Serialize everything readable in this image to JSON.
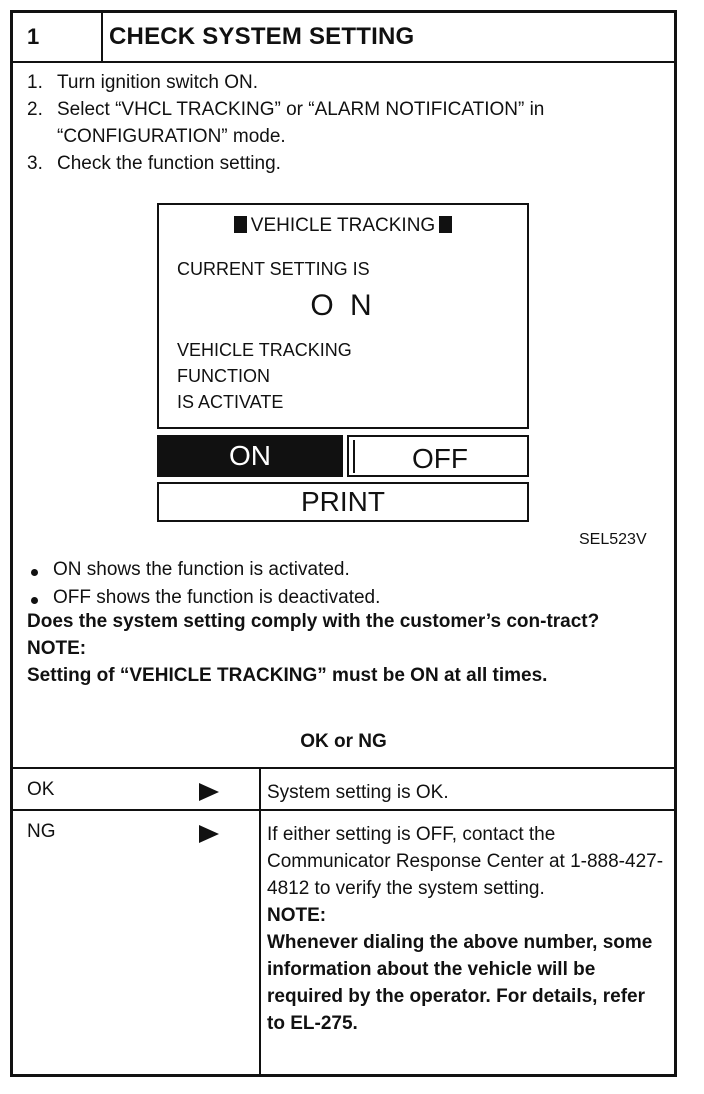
{
  "header": {
    "step_number": "1",
    "title": "CHECK SYSTEM SETTING"
  },
  "steps": [
    {
      "num": "1.",
      "text": "Turn ignition switch ON."
    },
    {
      "num": "2.",
      "text": "Select “VHCL TRACKING” or “ALARM NOTIFICATION” in “CONFIGURATION” mode."
    },
    {
      "num": "3.",
      "text": "Check the function setting."
    }
  ],
  "screen": {
    "title": "VEHICLE TRACKING",
    "label": "CURRENT SETTING IS",
    "value": "O N",
    "desc_lines": [
      "VEHICLE TRACKING",
      "FUNCTION",
      "IS ACTIVATE"
    ],
    "buttons": {
      "on": "ON",
      "off": "OFF",
      "print": "PRINT"
    }
  },
  "figure_id": "SEL523V",
  "bullets": [
    "ON shows the function is activated.",
    "OFF shows the function is deactivated."
  ],
  "question": "Does the system setting comply with the customer’s con-tract?",
  "note_label": "NOTE:",
  "note_text": "Setting of “VEHICLE TRACKING” must be ON at all times.",
  "ok_or_ng": "OK or NG",
  "results": {
    "ok": {
      "label": "OK",
      "text": "System setting is OK."
    },
    "ng": {
      "label": "NG",
      "text": "If either setting is OFF, contact the Communicator Response Center at 1-888-427-4812 to verify the system setting.",
      "note_label": "NOTE:",
      "note_text": "Whenever dialing the above number, some information about the vehicle will be required by the operator. For details, refer to EL-275."
    }
  }
}
